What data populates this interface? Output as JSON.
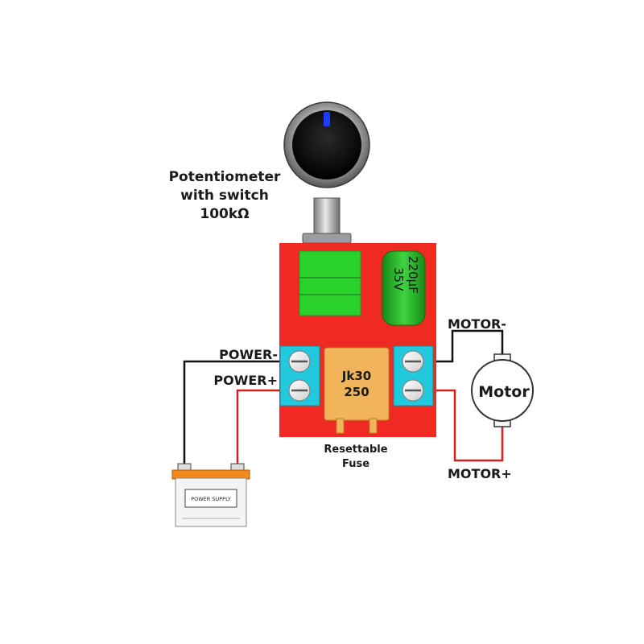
{
  "labels": {
    "potentiometer_line1": "Potentiometer",
    "potentiometer_line2": "with switch",
    "potentiometer_line3": "100kΩ",
    "power_neg": "POWER-",
    "power_pos": "POWER+",
    "motor_neg": "MOTOR-",
    "motor_pos": "MOTOR+",
    "motor": "Motor",
    "fuse_code_line1": "Jk30",
    "fuse_code_line2": "250",
    "fuse_line1": "Resettable",
    "fuse_line2": "Fuse",
    "capacitor_line1": "220μF",
    "capacitor_line2": "35V",
    "power_supply": "POWER SUPPLY"
  },
  "colors": {
    "board": "#ee2a22",
    "terminal": "#22c8dc",
    "green_part": "#2bd12b",
    "fuse": "#f1b45a",
    "capacitor": "#22b022",
    "wire_positive": "#d62020",
    "wire_negative": "#111111",
    "knob_indicator": "#1e3cff"
  }
}
